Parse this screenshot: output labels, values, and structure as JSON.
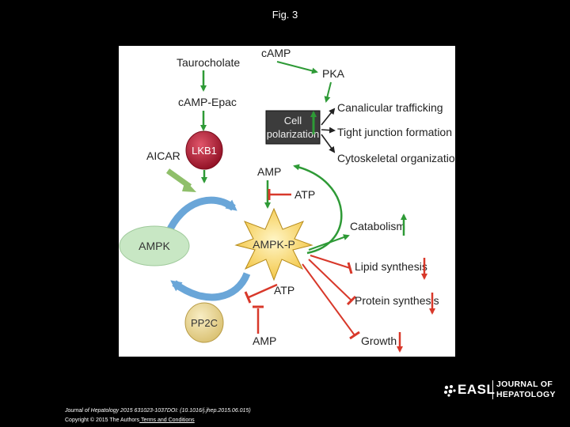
{
  "slide": {
    "title": "Fig. 3"
  },
  "figure": {
    "nodes": {
      "taurocholate": "Taurocholate",
      "camp_epac": "cAMP-Epac",
      "aicar": "AICAR",
      "lkb1": "LKB1",
      "camp": "cAMP",
      "pka": "PKA",
      "cell_polarization": [
        "Cell",
        "polarization"
      ],
      "canalicular": "Canalicular trafficking",
      "tight_junction": "Tight junction formation",
      "cytoskeletal": "Cytoskeletal organization",
      "amp_top": "AMP",
      "atp_top": "ATP",
      "ampk": "AMPK",
      "ampk_p": "AMPK-P",
      "catabolism": "Catabolism",
      "lipid": "Lipid synthesis",
      "protein": "Protein synthesis",
      "growth": "Growth",
      "atp_bottom": "ATP",
      "pp2c": "PP2C",
      "amp_bottom": "AMP"
    },
    "colors": {
      "green_arrow": "#2e9a36",
      "red_arrow": "#d8382a",
      "blue_cycle": "#6aa6d8",
      "lkb1_fill": "#b3182e",
      "ampk_fill": "#c8e7c4",
      "ampk_p_fill": "#f6d24a",
      "pp2c_fill": "#efdc95",
      "polarization_fill": "#3c3c3c"
    }
  },
  "citation": {
    "line1": "Journal of Hepatology 2015 631023-1037DOI: (10.1016/j.jhep.2015.06.015)",
    "line2_prefix": "Copyright © 2015 The Authors",
    "line2_link": " Terms and Conditions"
  },
  "logo": {
    "easl": "EASL",
    "journal_line1": "JOURNAL OF",
    "journal_line2": "HEPATOLOGY"
  }
}
